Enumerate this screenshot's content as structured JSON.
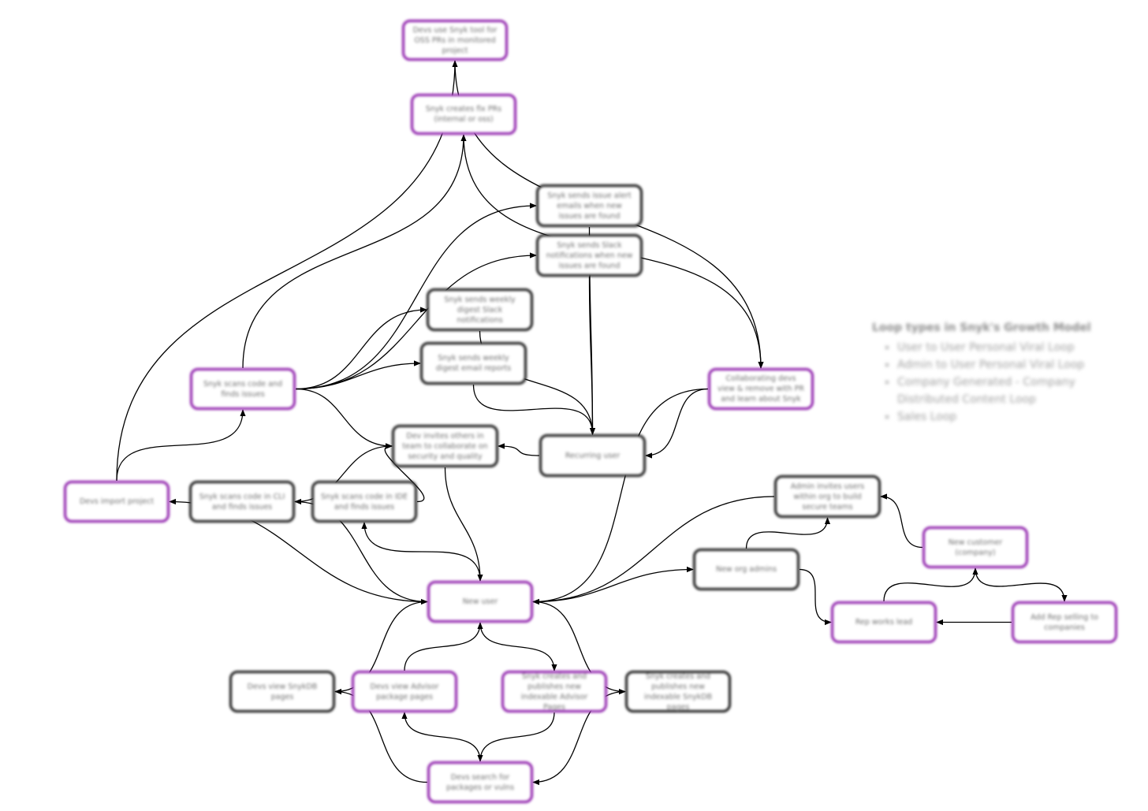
{
  "colors": {
    "loop_border": "#8a17a8",
    "node_border": "#111111",
    "edge": "#000000"
  },
  "nodes": [
    {
      "id": "n1",
      "label": "Devs use Snyk tool for OSS PRs in monitored project",
      "loop": true
    },
    {
      "id": "n2",
      "label": "Snyk creates fix PRs (internal or oss)",
      "loop": true
    },
    {
      "id": "n3",
      "label": "Snyk sends issue alert emails when new issues are found",
      "loop": false
    },
    {
      "id": "n4",
      "label": "Snyk sends Slack notifications when new issues are found",
      "loop": false
    },
    {
      "id": "n5",
      "label": "Snyk sends weekly digest Slack notifications",
      "loop": false
    },
    {
      "id": "n6",
      "label": "Snyk sends weekly digest email reports",
      "loop": false
    },
    {
      "id": "n7",
      "label": "Snyk scans code and finds issues",
      "loop": true
    },
    {
      "id": "n8",
      "label": "Collaborating devs view & remove with PR and learn about Snyk",
      "loop": true
    },
    {
      "id": "n9",
      "label": "Dev invites others in team to collaborate on security and quality",
      "loop": false
    },
    {
      "id": "n10",
      "label": "Recurring user",
      "loop": false
    },
    {
      "id": "n11",
      "label": "Devs import project",
      "loop": true
    },
    {
      "id": "n12",
      "label": "Snyk scans code in CLI and finds issues",
      "loop": false
    },
    {
      "id": "n13",
      "label": "Snyk scans code in IDE and finds issues",
      "loop": false
    },
    {
      "id": "n14",
      "label": "Admin invites users within org to build secure teams",
      "loop": false
    },
    {
      "id": "n15",
      "label": "New customer (company)",
      "loop": true
    },
    {
      "id": "n16",
      "label": "New org admins",
      "loop": false
    },
    {
      "id": "n17",
      "label": "New user",
      "loop": true
    },
    {
      "id": "n18",
      "label": "Rep works lead",
      "loop": true
    },
    {
      "id": "n19",
      "label": "Add Rep selling to companies",
      "loop": true
    },
    {
      "id": "n20",
      "label": "Devs view SnykDB pages",
      "loop": false
    },
    {
      "id": "n21",
      "label": "Devs view Advisor package pages",
      "loop": true
    },
    {
      "id": "n22",
      "label": "Snyk creates and publishes new indexable Advisor Pages",
      "loop": true
    },
    {
      "id": "n23",
      "label": "Snyk creates and publishes new indexable SnykDB pages",
      "loop": false
    },
    {
      "id": "n24",
      "label": "Devs search for packages or vulns",
      "loop": true
    }
  ],
  "edges": [
    {
      "from": "n11",
      "to": "n1"
    },
    {
      "from": "n1",
      "to": "n8"
    },
    {
      "from": "n7",
      "to": "n2"
    },
    {
      "from": "n2",
      "to": "n8"
    },
    {
      "from": "n7",
      "to": "n3"
    },
    {
      "from": "n7",
      "to": "n4"
    },
    {
      "from": "n7",
      "to": "n5"
    },
    {
      "from": "n7",
      "to": "n6"
    },
    {
      "from": "n7",
      "to": "n9"
    },
    {
      "from": "n3",
      "to": "n10"
    },
    {
      "from": "n4",
      "to": "n10"
    },
    {
      "from": "n5",
      "to": "n10"
    },
    {
      "from": "n6",
      "to": "n10"
    },
    {
      "from": "n8",
      "to": "n10"
    },
    {
      "from": "n10",
      "to": "n9"
    },
    {
      "from": "n12",
      "to": "n9"
    },
    {
      "from": "n13",
      "to": "n9"
    },
    {
      "from": "n11",
      "to": "n7"
    },
    {
      "from": "n9",
      "to": "n17"
    },
    {
      "from": "n8",
      "to": "n17"
    },
    {
      "from": "n14",
      "to": "n17"
    },
    {
      "from": "n17",
      "to": "n11"
    },
    {
      "from": "n17",
      "to": "n12"
    },
    {
      "from": "n17",
      "to": "n13"
    },
    {
      "from": "n17",
      "to": "n16"
    },
    {
      "from": "n16",
      "to": "n14"
    },
    {
      "from": "n16",
      "to": "n18"
    },
    {
      "from": "n15",
      "to": "n14"
    },
    {
      "from": "n15",
      "to": "n19"
    },
    {
      "from": "n19",
      "to": "n18"
    },
    {
      "from": "n18",
      "to": "n15"
    },
    {
      "from": "n17",
      "to": "n22"
    },
    {
      "from": "n17",
      "to": "n23"
    },
    {
      "from": "n20",
      "to": "n17"
    },
    {
      "from": "n21",
      "to": "n17"
    },
    {
      "from": "n22",
      "to": "n24"
    },
    {
      "from": "n23",
      "to": "n24"
    },
    {
      "from": "n24",
      "to": "n20"
    },
    {
      "from": "n24",
      "to": "n21"
    }
  ],
  "legend": {
    "title": "Loop types in Snyk's Growth Model",
    "items": [
      "User to User Personal Viral Loop",
      "Admin to User Personal Viral Loop",
      "Company Generated - Company Distributed Content Loop",
      "Sales Loop"
    ]
  }
}
